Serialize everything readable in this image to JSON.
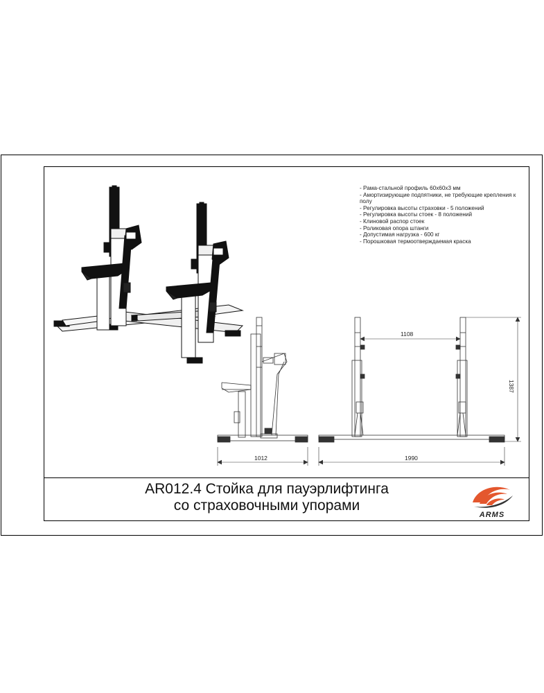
{
  "specs": [
    "- Рама-стальной профиль 60x60x3 мм",
    "- Амортизирующие подпятники, не требующие крепления к полу",
    "- Регулировка высоты страховки - 5 положений",
    "- Регулировка высоты стоек - 8 положений",
    "- Клиновой распор стоек",
    "- Роликовая опора штанги",
    "- Допустимая нагрузка - 600 кг",
    "- Порошковая термоотверждаемая краска"
  ],
  "dimensions": {
    "side_width": "1012",
    "front_width": "1990",
    "inner_width": "1108",
    "height": "1387"
  },
  "title": {
    "line1": "AR012.4 Стойка для пауэрлифтинга",
    "line2": "со страховочными упорами"
  },
  "logo": {
    "text": "ARMS",
    "colors": {
      "primary": "#e4572e",
      "dark": "#333333"
    }
  }
}
